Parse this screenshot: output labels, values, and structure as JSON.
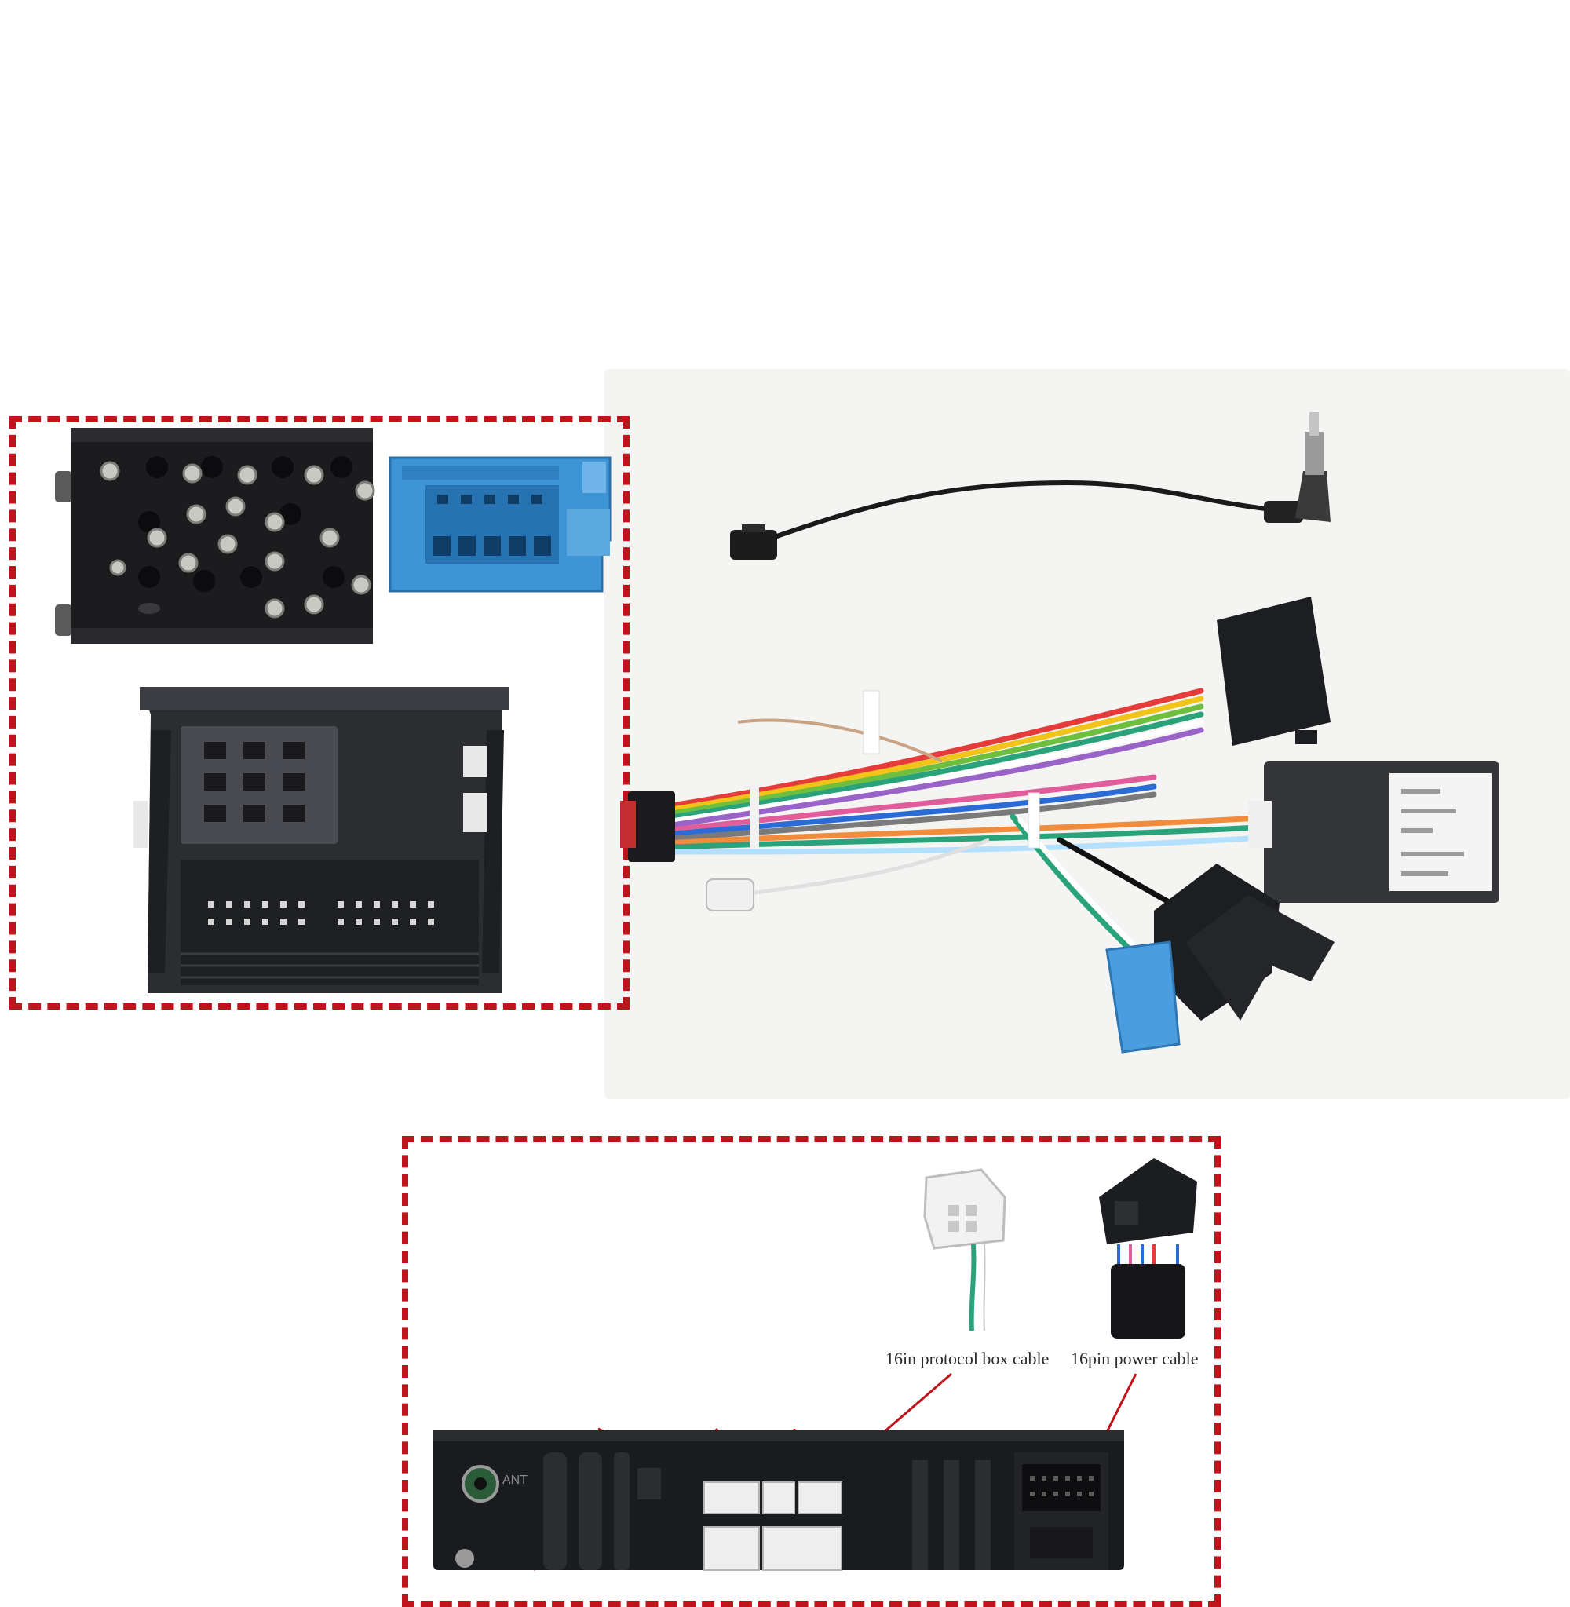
{
  "labels": {
    "protocol_box_cable": "16in protocol box cable",
    "power_cable": "16pin power cable",
    "ant": "ANT"
  },
  "colors": {
    "dash_red": "#c0141c",
    "connector_blue": "#3d95d6",
    "connector_black": "#1d1e22",
    "background_panel": "#f4f4f2"
  }
}
